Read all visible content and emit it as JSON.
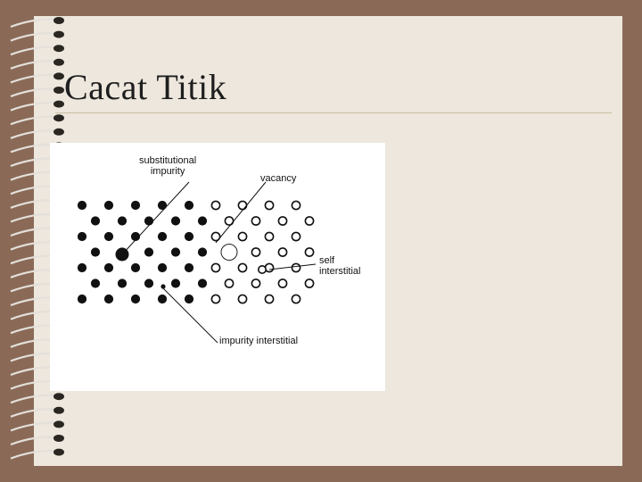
{
  "slide": {
    "title": "Cacat Titik"
  },
  "figure": {
    "labels": {
      "substitutional": "substitutional\nimpurity",
      "vacancy": "vacancy",
      "self_interstitial": "self\ninterstitial",
      "impurity_interstitial": "impurity interstitial"
    }
  }
}
